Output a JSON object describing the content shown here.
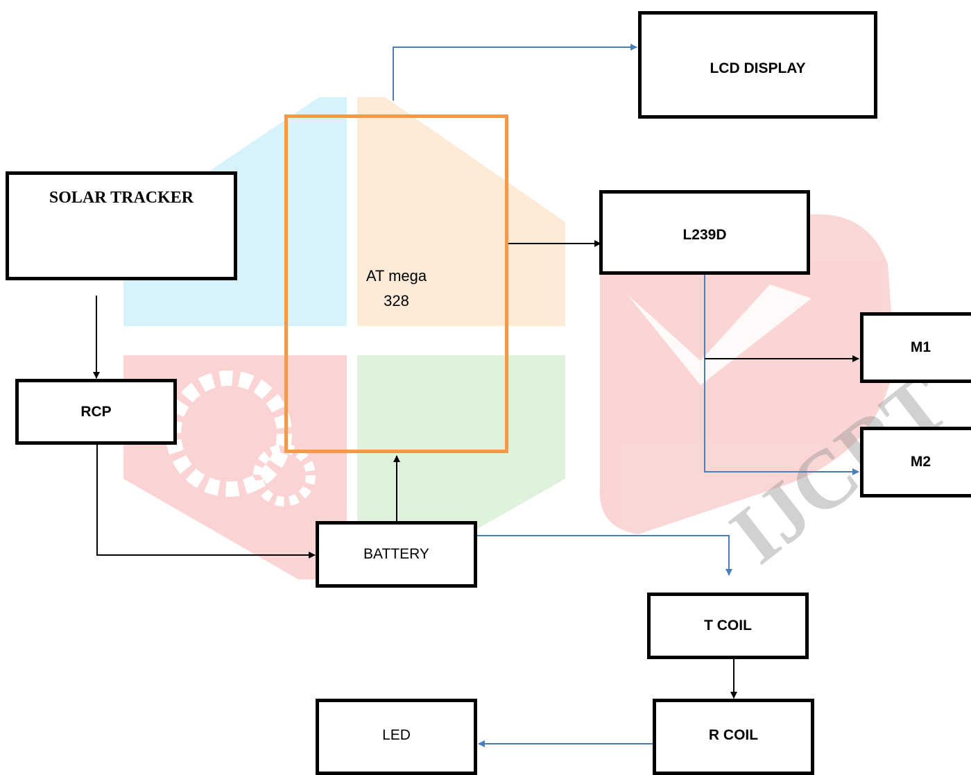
{
  "diagram": {
    "blocks": {
      "lcd": "LCD DISPLAY",
      "solar": "SOLAR TRACKER",
      "atmega_line1": "AT mega",
      "atmega_line2": "328",
      "l239d": "L239D",
      "rcp": "RCP",
      "m1": "M1",
      "m2": "M2",
      "battery": "BATTERY",
      "tcoil": "T COIL",
      "rcoil": "R COIL",
      "led": "LED"
    },
    "watermark": "IJCRT",
    "colors": {
      "box_border": "#000000",
      "mcu_border": "#f39a4a",
      "wire_black": "#000000",
      "wire_blue": "#4a7ebb"
    }
  }
}
